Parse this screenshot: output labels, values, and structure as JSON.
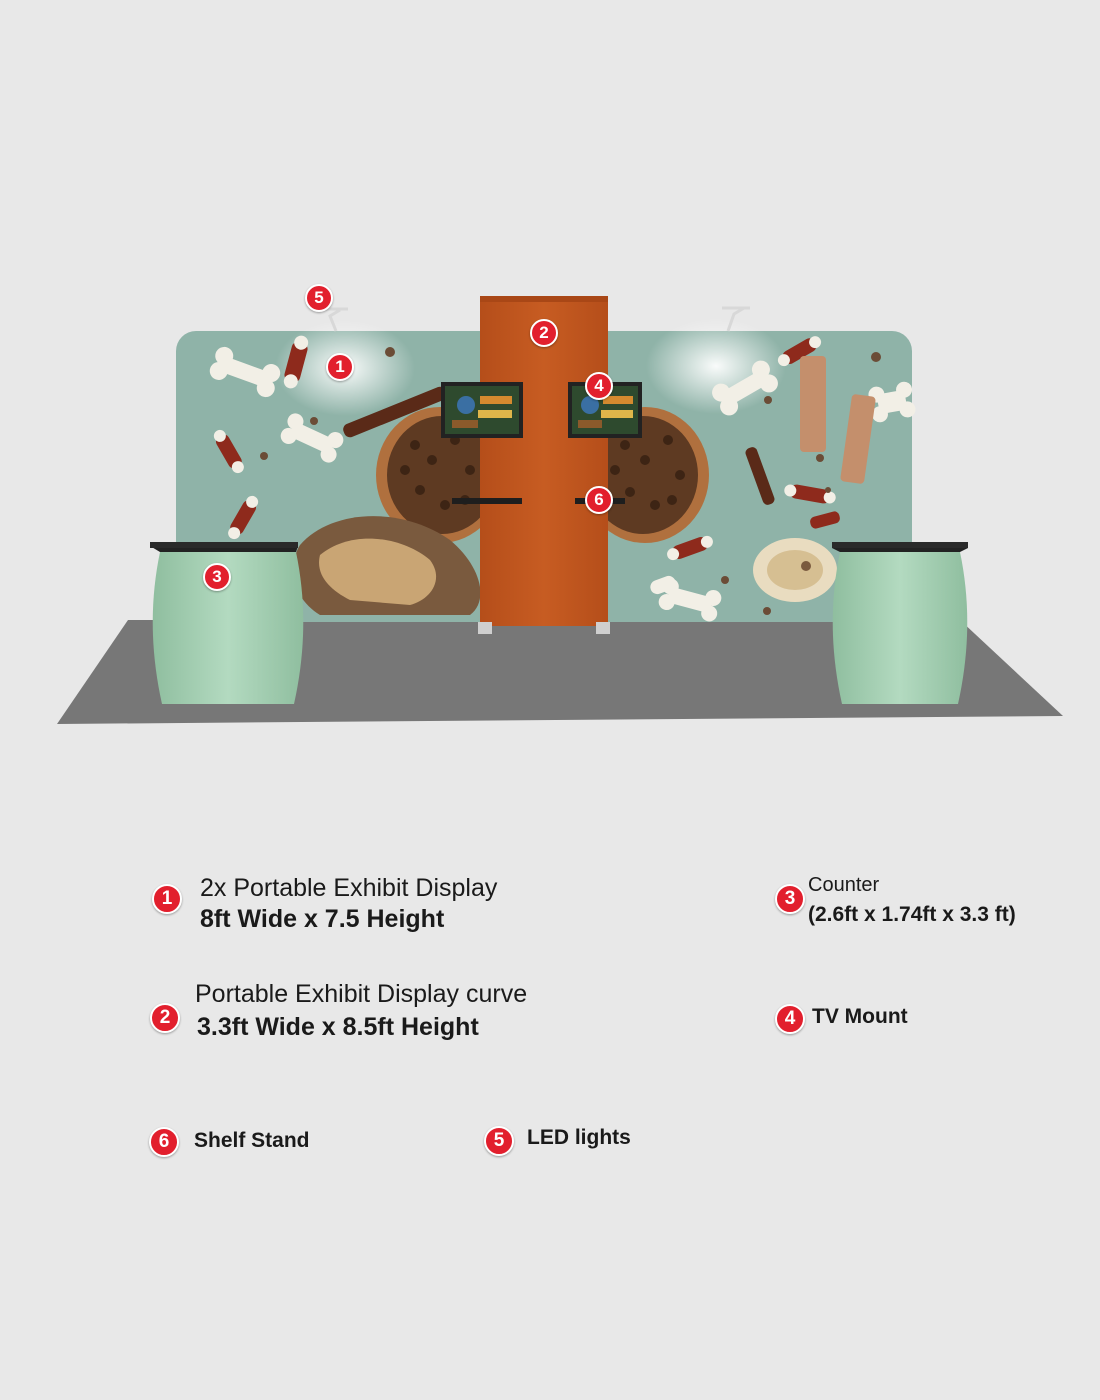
{
  "colors": {
    "background": "#e8e8e8",
    "badge": "#e21f2d",
    "wall": "#8fb3a8",
    "center_panel": "#c0561f",
    "counter": "#a6d0b4",
    "floor": "#777777"
  },
  "scene_badges": [
    {
      "id": "1",
      "label": "1"
    },
    {
      "id": "2",
      "label": "2"
    },
    {
      "id": "3",
      "label": "3"
    },
    {
      "id": "4",
      "label": "4"
    },
    {
      "id": "5",
      "label": "5"
    },
    {
      "id": "6",
      "label": "6"
    }
  ],
  "legend": {
    "item1": {
      "number": "1",
      "line1": "2x Portable Exhibit Display",
      "line2": "8ft Wide x 7.5 Height"
    },
    "item2": {
      "number": "2",
      "line1": "Portable Exhibit Display curve",
      "line2": "3.3ft Wide x 8.5ft Height"
    },
    "item3": {
      "number": "3",
      "line1": "Counter",
      "line2": "(2.6ft x 1.74ft x 3.3 ft)"
    },
    "item4": {
      "number": "4",
      "label": "TV Mount"
    },
    "item5": {
      "number": "5",
      "label": "LED lights"
    },
    "item6": {
      "number": "6",
      "label": "Shelf Stand"
    }
  }
}
